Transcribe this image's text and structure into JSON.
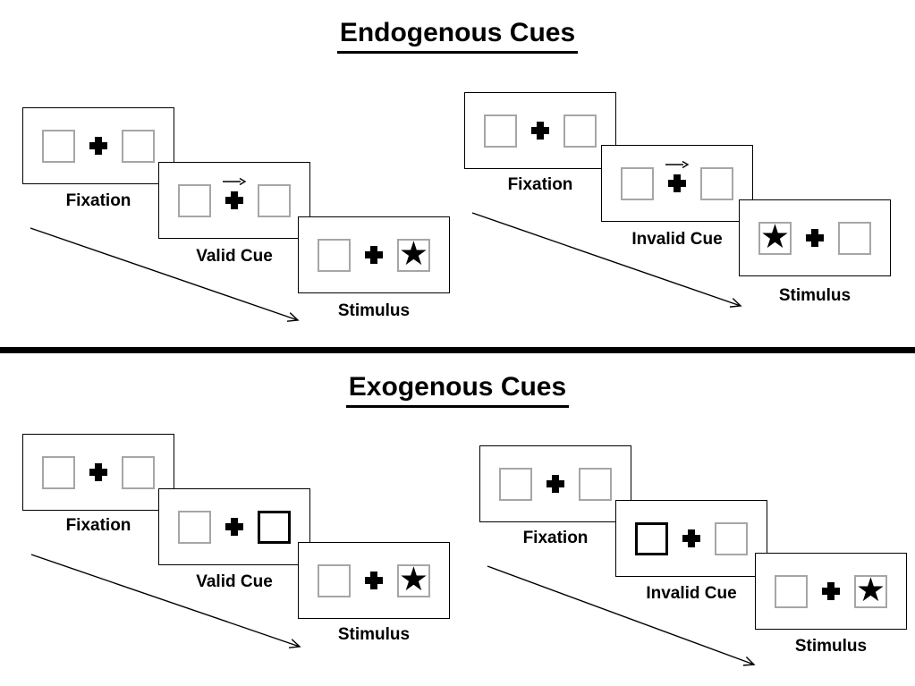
{
  "diagram": {
    "sections": [
      {
        "title": "Endogenous Cues",
        "sequences": [
          {
            "name": "endogenous-valid",
            "panels": [
              {
                "label": "Fixation",
                "type": "fixation"
              },
              {
                "label": "Valid Cue",
                "type": "central-arrow-cue",
                "arrow_direction": "right"
              },
              {
                "label": "Stimulus",
                "type": "stimulus",
                "star_side": "right"
              }
            ]
          },
          {
            "name": "endogenous-invalid",
            "panels": [
              {
                "label": "Fixation",
                "type": "fixation"
              },
              {
                "label": "Invalid Cue",
                "type": "central-arrow-cue",
                "arrow_direction": "right"
              },
              {
                "label": "Stimulus",
                "type": "stimulus",
                "star_side": "left"
              }
            ]
          }
        ]
      },
      {
        "title": "Exogenous Cues",
        "sequences": [
          {
            "name": "exogenous-valid",
            "panels": [
              {
                "label": "Fixation",
                "type": "fixation"
              },
              {
                "label": "Valid Cue",
                "type": "peripheral-box-cue",
                "highlighted_box": "right"
              },
              {
                "label": "Stimulus",
                "type": "stimulus",
                "star_side": "right"
              }
            ]
          },
          {
            "name": "exogenous-invalid",
            "panels": [
              {
                "label": "Fixation",
                "type": "fixation"
              },
              {
                "label": "Invalid Cue",
                "type": "peripheral-box-cue",
                "highlighted_box": "left"
              },
              {
                "label": "Stimulus",
                "type": "stimulus",
                "star_side": "right"
              }
            ]
          }
        ]
      }
    ],
    "icons": {
      "star": "★"
    },
    "colors": {
      "ink": "#000000",
      "box_border": "#a6a6a6",
      "background": "#ffffff"
    }
  }
}
